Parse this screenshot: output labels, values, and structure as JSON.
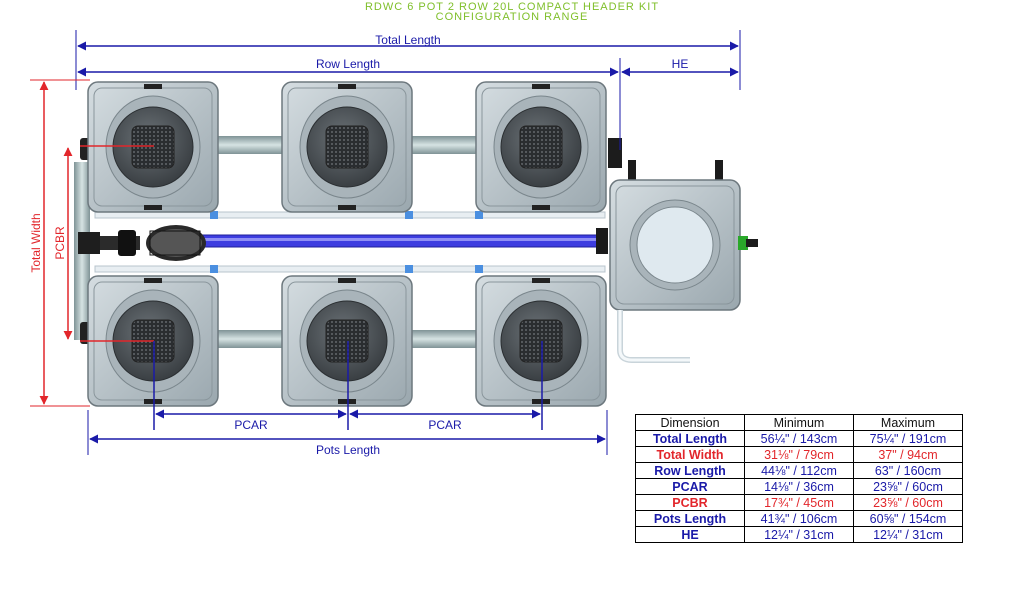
{
  "title_line1": "RDWC 6 POT 2 ROW 20L COMPACT HEADER KIT",
  "title_line2": "CONFIGURATION RANGE",
  "labels": {
    "total_length": "Total Length",
    "row_length": "Row Length",
    "he": "HE",
    "total_width": "Total Width",
    "pcbr": "PCBR",
    "pcar_1": "PCAR",
    "pcar_2": "PCAR",
    "pots_length": "Pots Length"
  },
  "colors": {
    "blue_dim": "#1a1aa8",
    "red_dim": "#e2262b",
    "title": "#7fbf2a",
    "pot_body": "#b8c3c9",
    "pipe_blue": "#3d3de0"
  },
  "table": {
    "headers": [
      "Dimension",
      "Minimum",
      "Maximum"
    ],
    "rows": [
      {
        "dim": "Total Length",
        "min": "56¼\" / 143cm",
        "max": "75¼\" / 191cm",
        "color": "#1a1aa8"
      },
      {
        "dim": "Total Width",
        "min": "31⅛\" / 79cm",
        "max": "37\" / 94cm",
        "color": "#e2262b"
      },
      {
        "dim": "Row Length",
        "min": "44⅛\" / 112cm",
        "max": "63\" / 160cm",
        "color": "#1a1aa8"
      },
      {
        "dim": "PCAR",
        "min": "14⅛\" / 36cm",
        "max": "23⅝\" / 60cm",
        "color": "#1a1aa8"
      },
      {
        "dim": "PCBR",
        "min": "17¾\" / 45cm",
        "max": "23⅝\" / 60cm",
        "color": "#e2262b"
      },
      {
        "dim": "Pots Length",
        "min": "41¾\" / 106cm",
        "max": "60⅝\" / 154cm",
        "color": "#1a1aa8"
      },
      {
        "dim": "HE",
        "min": "12¼\" / 31cm",
        "max": "12¼\" / 31cm",
        "color": "#1a1aa8"
      }
    ]
  }
}
